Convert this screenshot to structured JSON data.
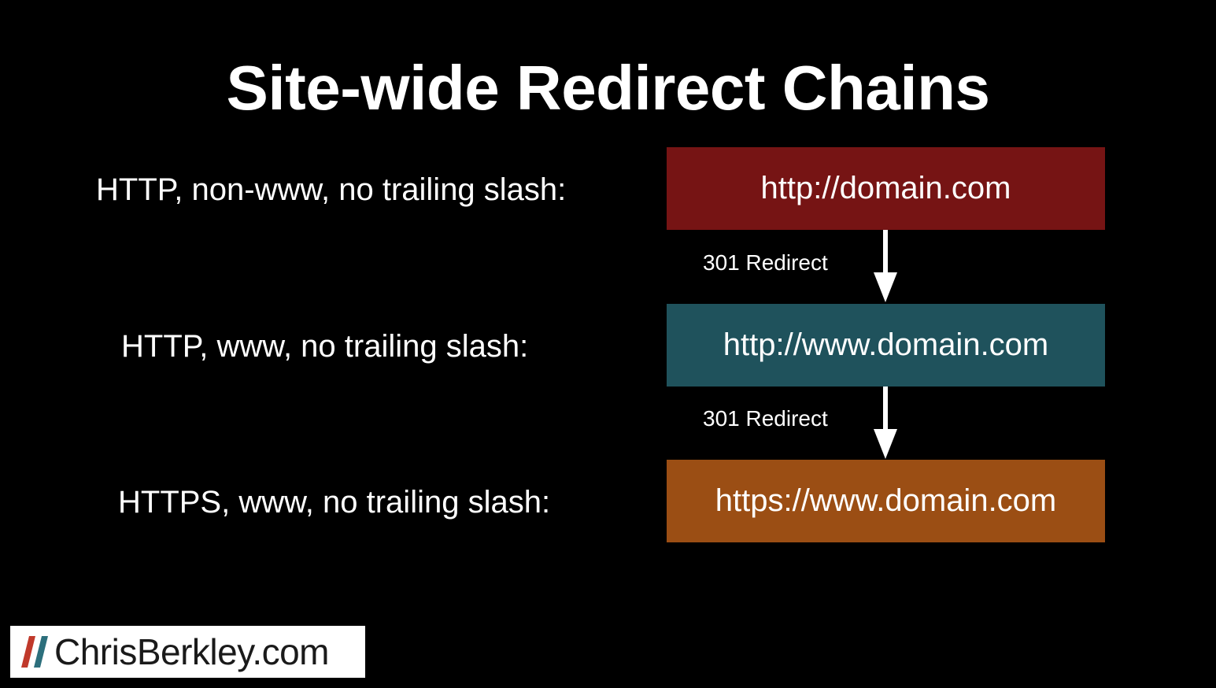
{
  "title": "Site-wide Redirect Chains",
  "rows": [
    {
      "label": "HTTP, non-www, no trailing slash:",
      "url": "http://domain.com",
      "color": "#761414"
    },
    {
      "label": "HTTP, www, no trailing slash:",
      "url": "http://www.domain.com",
      "color": "#1f525c"
    },
    {
      "label": "HTTPS, www, no trailing slash:",
      "url": "https://www.domain.com",
      "color": "#9b4e14"
    }
  ],
  "redirects": [
    {
      "label": "301 Redirect"
    },
    {
      "label": "301 Redirect"
    }
  ],
  "logo": {
    "text": "ChrisBerkley.com",
    "slash_colors": [
      "#c0392b",
      "#2c6f7c"
    ]
  }
}
